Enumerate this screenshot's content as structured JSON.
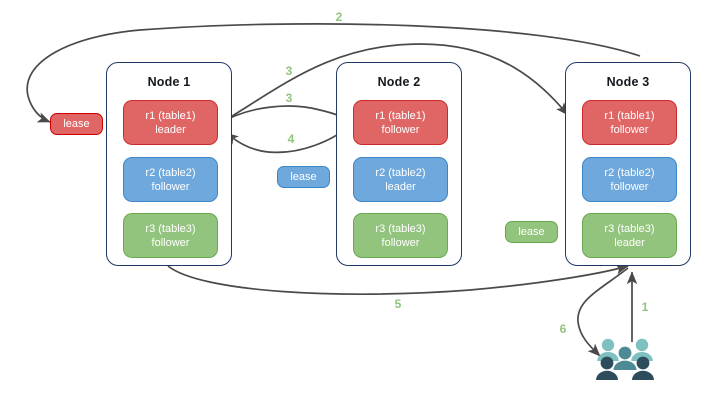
{
  "diagram": {
    "title": "raft-lease-transfer-diagram",
    "background": "#ffffff",
    "colors": {
      "node_border": "#1f3864",
      "replica_red": "#e06666",
      "replica_red_border": "#cc2a2a",
      "replica_blue": "#6fa8dc",
      "replica_blue_border": "#3d85c6",
      "replica_green": "#93c47d",
      "replica_green_border": "#6aa84f",
      "step_label": "#93c47d",
      "arrow": "#4a4a4a",
      "people_light": "#7fc0c0",
      "people_mid": "#4d8a96",
      "people_dark": "#2e4d5c"
    }
  },
  "nodes": [
    {
      "id": "node-1",
      "title": "Node 1",
      "replicas": [
        {
          "id": "n1-r1",
          "name": "r1 (table1)",
          "role": "leader",
          "color": "red"
        },
        {
          "id": "n1-r2",
          "name": "r2 (table2)",
          "role": "follower",
          "color": "blue"
        },
        {
          "id": "n1-r3",
          "name": "r3 (table3)",
          "role": "follower",
          "color": "green"
        }
      ]
    },
    {
      "id": "node-2",
      "title": "Node 2",
      "replicas": [
        {
          "id": "n2-r1",
          "name": "r1 (table1)",
          "role": "follower",
          "color": "red"
        },
        {
          "id": "n2-r2",
          "name": "r2 (table2)",
          "role": "leader",
          "color": "blue"
        },
        {
          "id": "n2-r3",
          "name": "r3 (table3)",
          "role": "follower",
          "color": "green"
        }
      ]
    },
    {
      "id": "node-3",
      "title": "Node 3",
      "replicas": [
        {
          "id": "n3-r1",
          "name": "r1 (table1)",
          "role": "follower",
          "color": "red"
        },
        {
          "id": "n3-r2",
          "name": "r2 (table2)",
          "role": "follower",
          "color": "blue"
        },
        {
          "id": "n3-r3",
          "name": "r3 (table3)",
          "role": "leader",
          "color": "green"
        }
      ]
    }
  ],
  "leases": [
    {
      "id": "lease-r1",
      "label": "lease",
      "color": "red",
      "for_replica": "r1 (table1)"
    },
    {
      "id": "lease-r2",
      "label": "lease",
      "color": "blue",
      "for_replica": "r2 (table2)"
    },
    {
      "id": "lease-r3",
      "label": "lease",
      "color": "green",
      "for_replica": "r3 (table3)"
    }
  ],
  "steps": [
    {
      "id": "step-1",
      "label": "1",
      "from": "clients",
      "to": "node-3"
    },
    {
      "id": "step-2",
      "label": "2",
      "from": "node-3",
      "to": "lease-r1"
    },
    {
      "id": "step-3a",
      "label": "3",
      "from": "node-1-r1",
      "to": "node-3-r1"
    },
    {
      "id": "step-3b",
      "label": "3",
      "from": "node-1-r1",
      "to": "node-2-r1"
    },
    {
      "id": "step-4",
      "label": "4",
      "from": "node-2-r1",
      "to": "node-1-r1"
    },
    {
      "id": "step-5",
      "label": "5",
      "from": "node-1",
      "to": "node-3"
    },
    {
      "id": "step-6",
      "label": "6",
      "from": "node-3",
      "to": "clients"
    }
  ],
  "actors": {
    "clients": {
      "id": "clients",
      "label": "clients-group-icon"
    }
  }
}
